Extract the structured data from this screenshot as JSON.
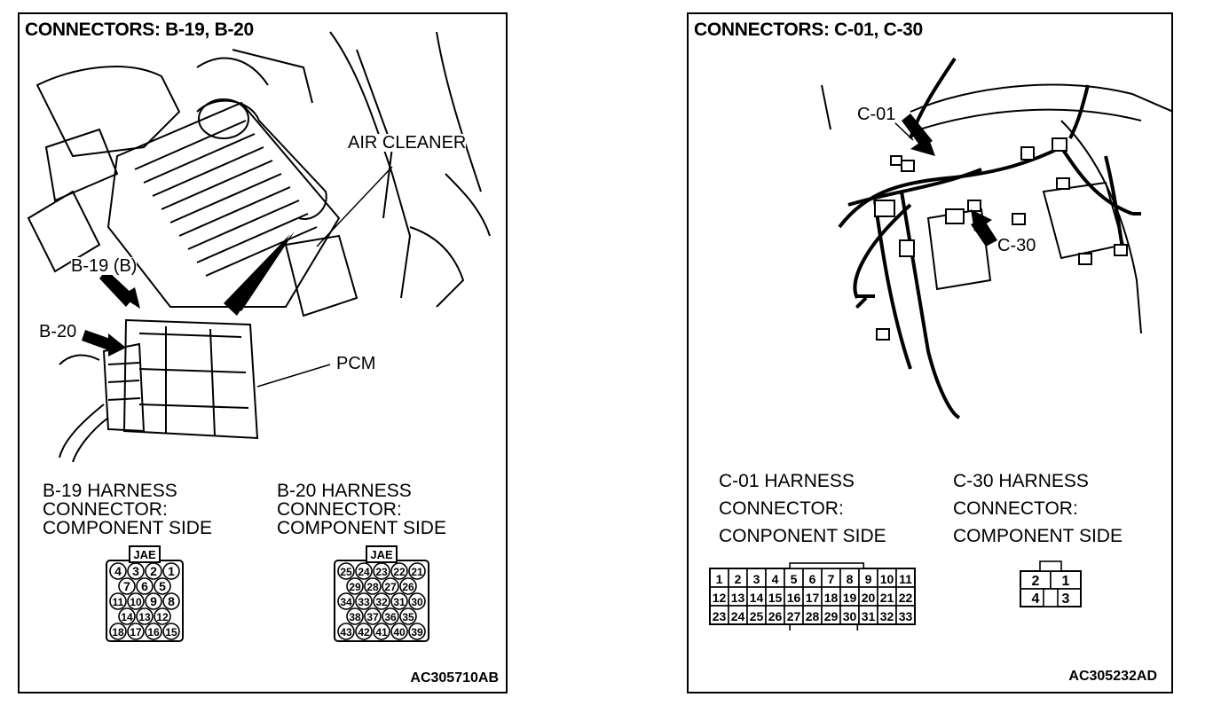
{
  "left": {
    "title": "CONNECTORS: B-19, B-20",
    "labels": {
      "air_cleaner": "AIR CLEANER",
      "b19": "B-19 (B)",
      "b20": "B-20",
      "pcm": "PCM"
    },
    "b19_caption": [
      "B-19 HARNESS",
      "CONNECTOR:",
      "COMPONENT SIDE"
    ],
    "b20_caption": [
      "B-20 HARNESS",
      "CONNECTOR:",
      "COMPONENT SIDE"
    ],
    "b19_connector": {
      "tab": "JAE",
      "rows": [
        [
          "4",
          "3",
          "2",
          "1"
        ],
        [
          "7",
          "6",
          "5"
        ],
        [
          "11",
          "10",
          "9",
          "8"
        ],
        [
          "14",
          "13",
          "12"
        ],
        [
          "18",
          "17",
          "16",
          "15"
        ]
      ]
    },
    "b20_connector": {
      "tab": "JAE",
      "rows": [
        [
          "25",
          "24",
          "23",
          "22",
          "21"
        ],
        [
          "29",
          "28",
          "27",
          "26"
        ],
        [
          "34",
          "33",
          "32",
          "31",
          "30"
        ],
        [
          "38",
          "37",
          "36",
          "35"
        ],
        [
          "43",
          "42",
          "41",
          "40",
          "39"
        ]
      ]
    },
    "figure_id": "AC305710AB"
  },
  "right": {
    "title": "CONNECTORS: C-01, C-30",
    "labels": {
      "c01": "C-01",
      "c30": "C-30"
    },
    "c01_caption": [
      "C-01 HARNESS",
      "CONNECTOR:",
      "CONPONENT SIDE"
    ],
    "c30_caption": [
      "C-30 HARNESS",
      "CONNECTOR:",
      "COMPONENT SIDE"
    ],
    "c01_connector": {
      "rows": [
        [
          "1",
          "2",
          "3",
          "4",
          "5",
          "6",
          "7",
          "8",
          "9",
          "10",
          "11"
        ],
        [
          "12",
          "13",
          "14",
          "15",
          "16",
          "17",
          "18",
          "19",
          "20",
          "21",
          "22"
        ],
        [
          "23",
          "24",
          "25",
          "26",
          "27",
          "28",
          "29",
          "30",
          "31",
          "32",
          "33"
        ]
      ]
    },
    "c30_connector": {
      "rows": [
        [
          "2",
          "1"
        ],
        [
          "4",
          "3"
        ]
      ]
    },
    "figure_id": "AC305232AD"
  }
}
